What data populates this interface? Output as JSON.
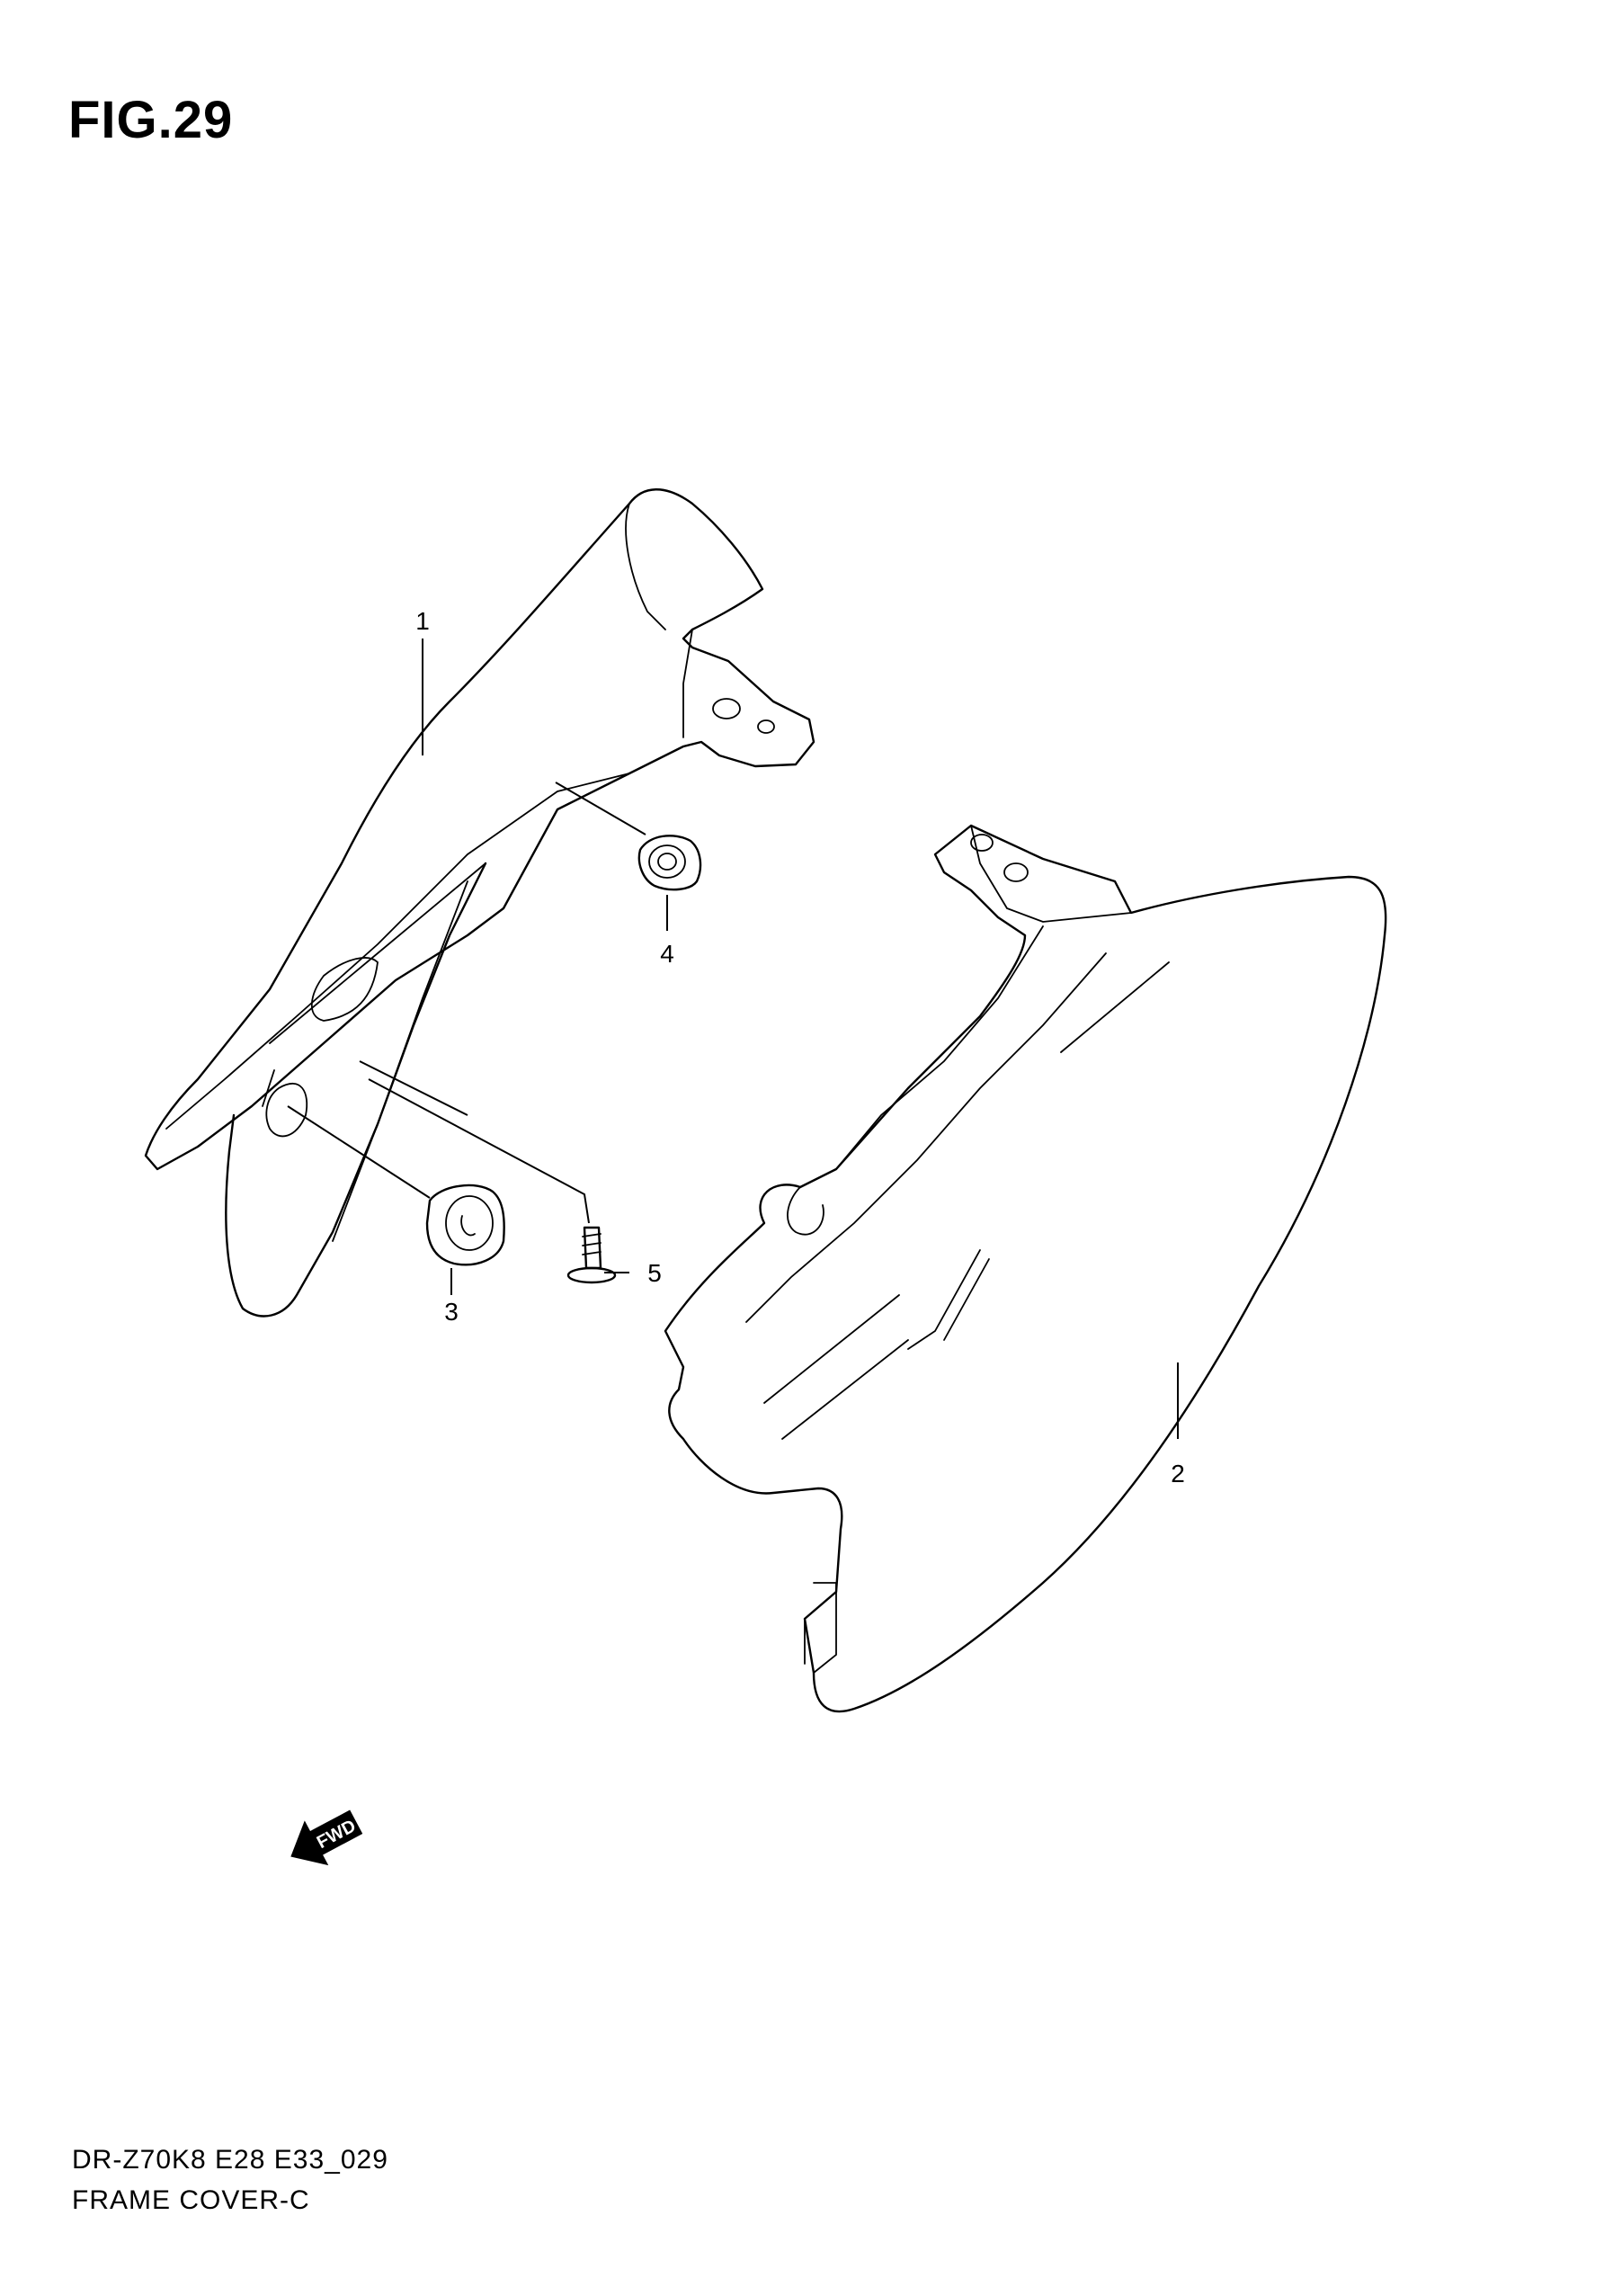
{
  "figure": {
    "title": "FIG.29"
  },
  "callouts": [
    {
      "id": "1",
      "label": "1"
    },
    {
      "id": "2",
      "label": "2"
    },
    {
      "id": "3",
      "label": "3"
    },
    {
      "id": "4",
      "label": "4"
    },
    {
      "id": "5",
      "label": "5"
    }
  ],
  "fwd_badge": {
    "label": "FWD"
  },
  "footer": {
    "model_code": "DR-Z70K8 E28 E33_029",
    "section_name": "FRAME COVER-C"
  }
}
